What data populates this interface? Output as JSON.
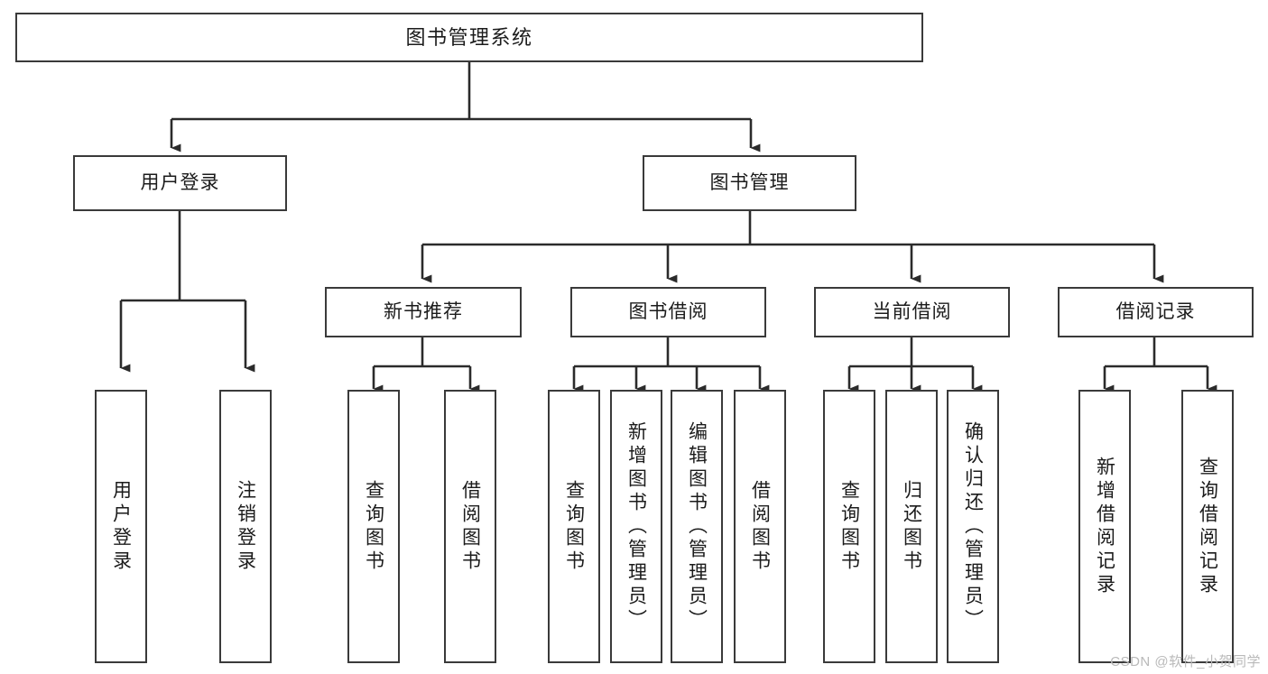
{
  "diagram": {
    "title": "图书管理系统",
    "type": "tree",
    "watermark": "CSDN @软件_小贺同学",
    "colors": {
      "box_border": "#3a3a3a",
      "box_fill": "#ffffff",
      "text": "#1b1b1b",
      "connector": "#2b2b2b",
      "watermark": "#b9b9b9"
    },
    "root": {
      "label": "图书管理系统"
    },
    "level2": [
      {
        "id": "user-login",
        "label": "用户登录"
      },
      {
        "id": "book-manage",
        "label": "图书管理"
      }
    ],
    "level3": [
      {
        "id": "new-book-recommend",
        "label": "新书推荐",
        "parent": "book-manage"
      },
      {
        "id": "book-borrow",
        "label": "图书借阅",
        "parent": "book-manage"
      },
      {
        "id": "current-borrow",
        "label": "当前借阅",
        "parent": "book-manage"
      },
      {
        "id": "borrow-record",
        "label": "借阅记录",
        "parent": "book-manage"
      }
    ],
    "leaves": {
      "user-login": [
        {
          "id": "leaf-user-login",
          "label": "用户登录"
        },
        {
          "id": "leaf-user-logout",
          "label": "注销登录"
        }
      ],
      "new-book-recommend": [
        {
          "id": "leaf-query-book-1",
          "label": "查询图书"
        },
        {
          "id": "leaf-borrow-book-1",
          "label": "借阅图书"
        }
      ],
      "book-borrow": [
        {
          "id": "leaf-query-book-2",
          "label": "查询图书"
        },
        {
          "id": "leaf-add-book",
          "label": "新增图书（管理员）"
        },
        {
          "id": "leaf-edit-book",
          "label": "编辑图书（管理员）"
        },
        {
          "id": "leaf-borrow-book-2",
          "label": "借阅图书"
        }
      ],
      "current-borrow": [
        {
          "id": "leaf-query-book-3",
          "label": "查询图书"
        },
        {
          "id": "leaf-return-book",
          "label": "归还图书"
        },
        {
          "id": "leaf-confirm-return",
          "label": "确认归还（管理员）"
        }
      ],
      "borrow-record": [
        {
          "id": "leaf-add-record",
          "label": "新增借阅记录"
        },
        {
          "id": "leaf-query-record",
          "label": "查询借阅记录"
        }
      ]
    }
  }
}
